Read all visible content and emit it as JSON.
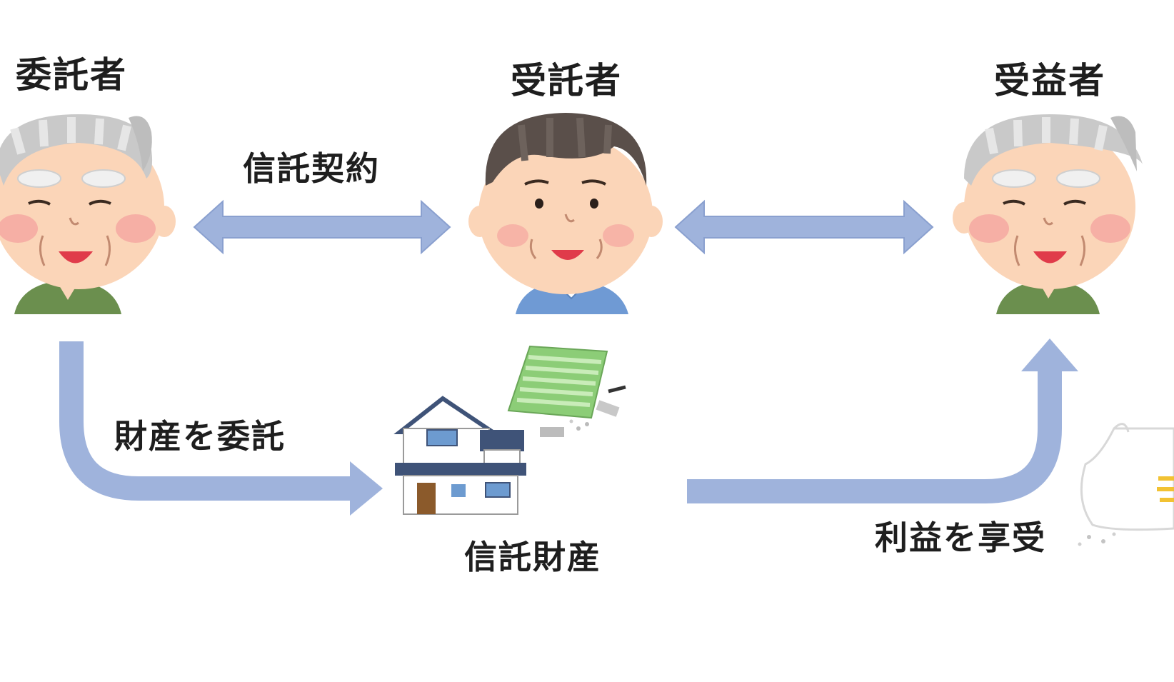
{
  "roles": {
    "settlor": "委託者",
    "trustee": "受託者",
    "beneficiary": "受益者"
  },
  "flows": {
    "trust_contract": "信託契約",
    "entrust_property": "財産を委託",
    "trust_property": "信託財産",
    "enjoy_benefit": "利益を享受"
  },
  "colors": {
    "arrow": "#9fb3dc",
    "arrow_stroke": "#8aa0cf",
    "skin": "#fbd5b8",
    "cheek": "#f5a5a0",
    "elder_shirt": "#6b8f4e",
    "young_shirt": "#6f9ad4",
    "gray_hair": "#bdbdbd",
    "dark_hair": "#5a4f4a",
    "money_green": "#8ccd77"
  }
}
